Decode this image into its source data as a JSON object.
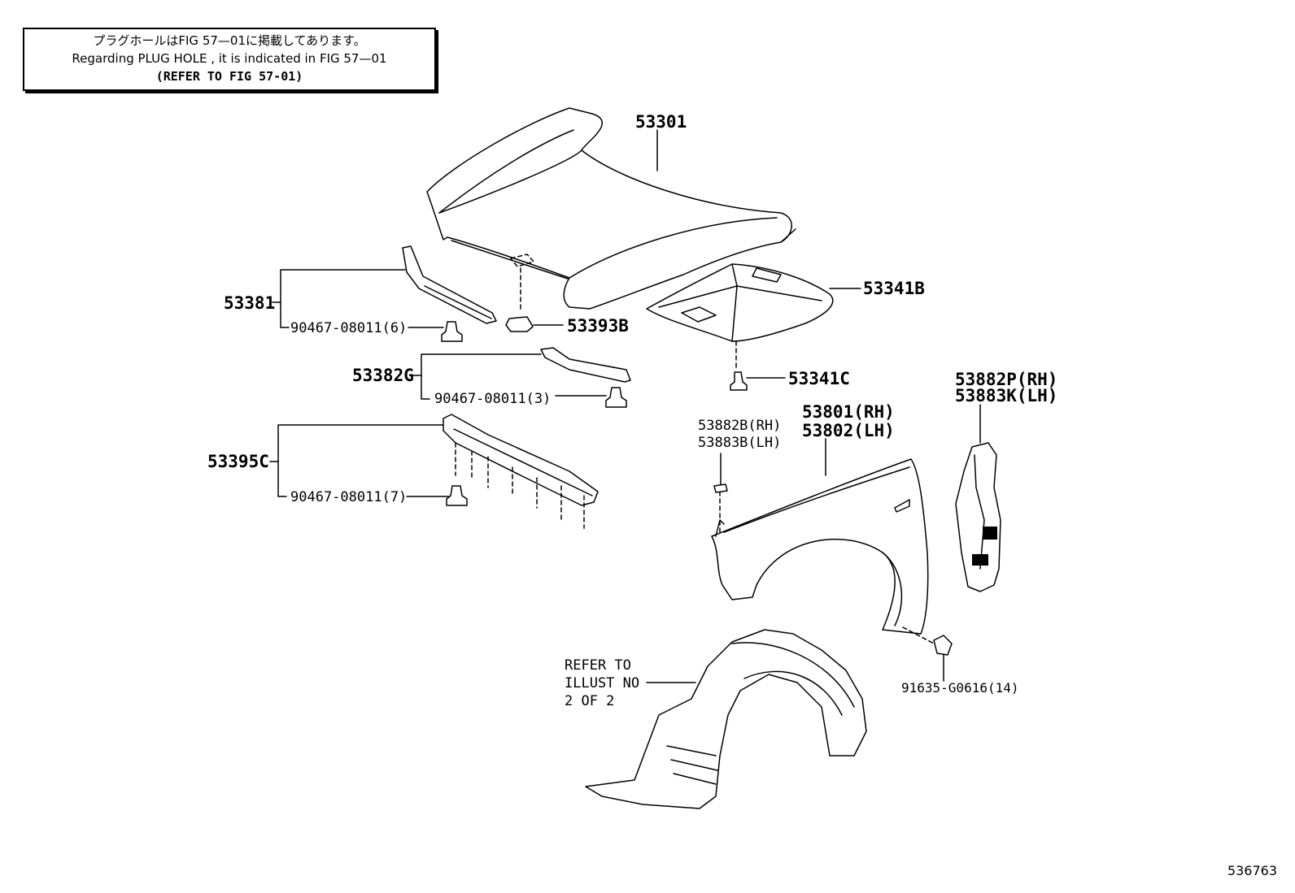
{
  "note": {
    "japanese": "プラグホールはFIG 57—01に掲載してあります。",
    "english": "Regarding  PLUG  HOLE , it is indicated in FIG 57—01",
    "refer": "(REFER TO FIG 57-01)"
  },
  "parts": {
    "p53301": "53301",
    "p53341B": "53341B",
    "p53381": "53381",
    "p90467_6": "90467-08011(6)",
    "p53393B": "53393B",
    "p53382G": "53382G",
    "p90467_3": "90467-08011(3)",
    "p53341C": "53341C",
    "p53395C": "53395C",
    "p90467_7": "90467-08011(7)",
    "p53882P": "53882P(RH)",
    "p53883K": "53883K(LH)",
    "p53882B": "53882B(RH)",
    "p53883B": "53883B(LH)",
    "p53801": "53801(RH)",
    "p53802": "53802(LH)",
    "p91635": "91635-G0616(14)",
    "refer1": "REFER TO",
    "refer2": "ILLUST NO",
    "refer3": "2 OF 2"
  },
  "figure_id": "536763"
}
